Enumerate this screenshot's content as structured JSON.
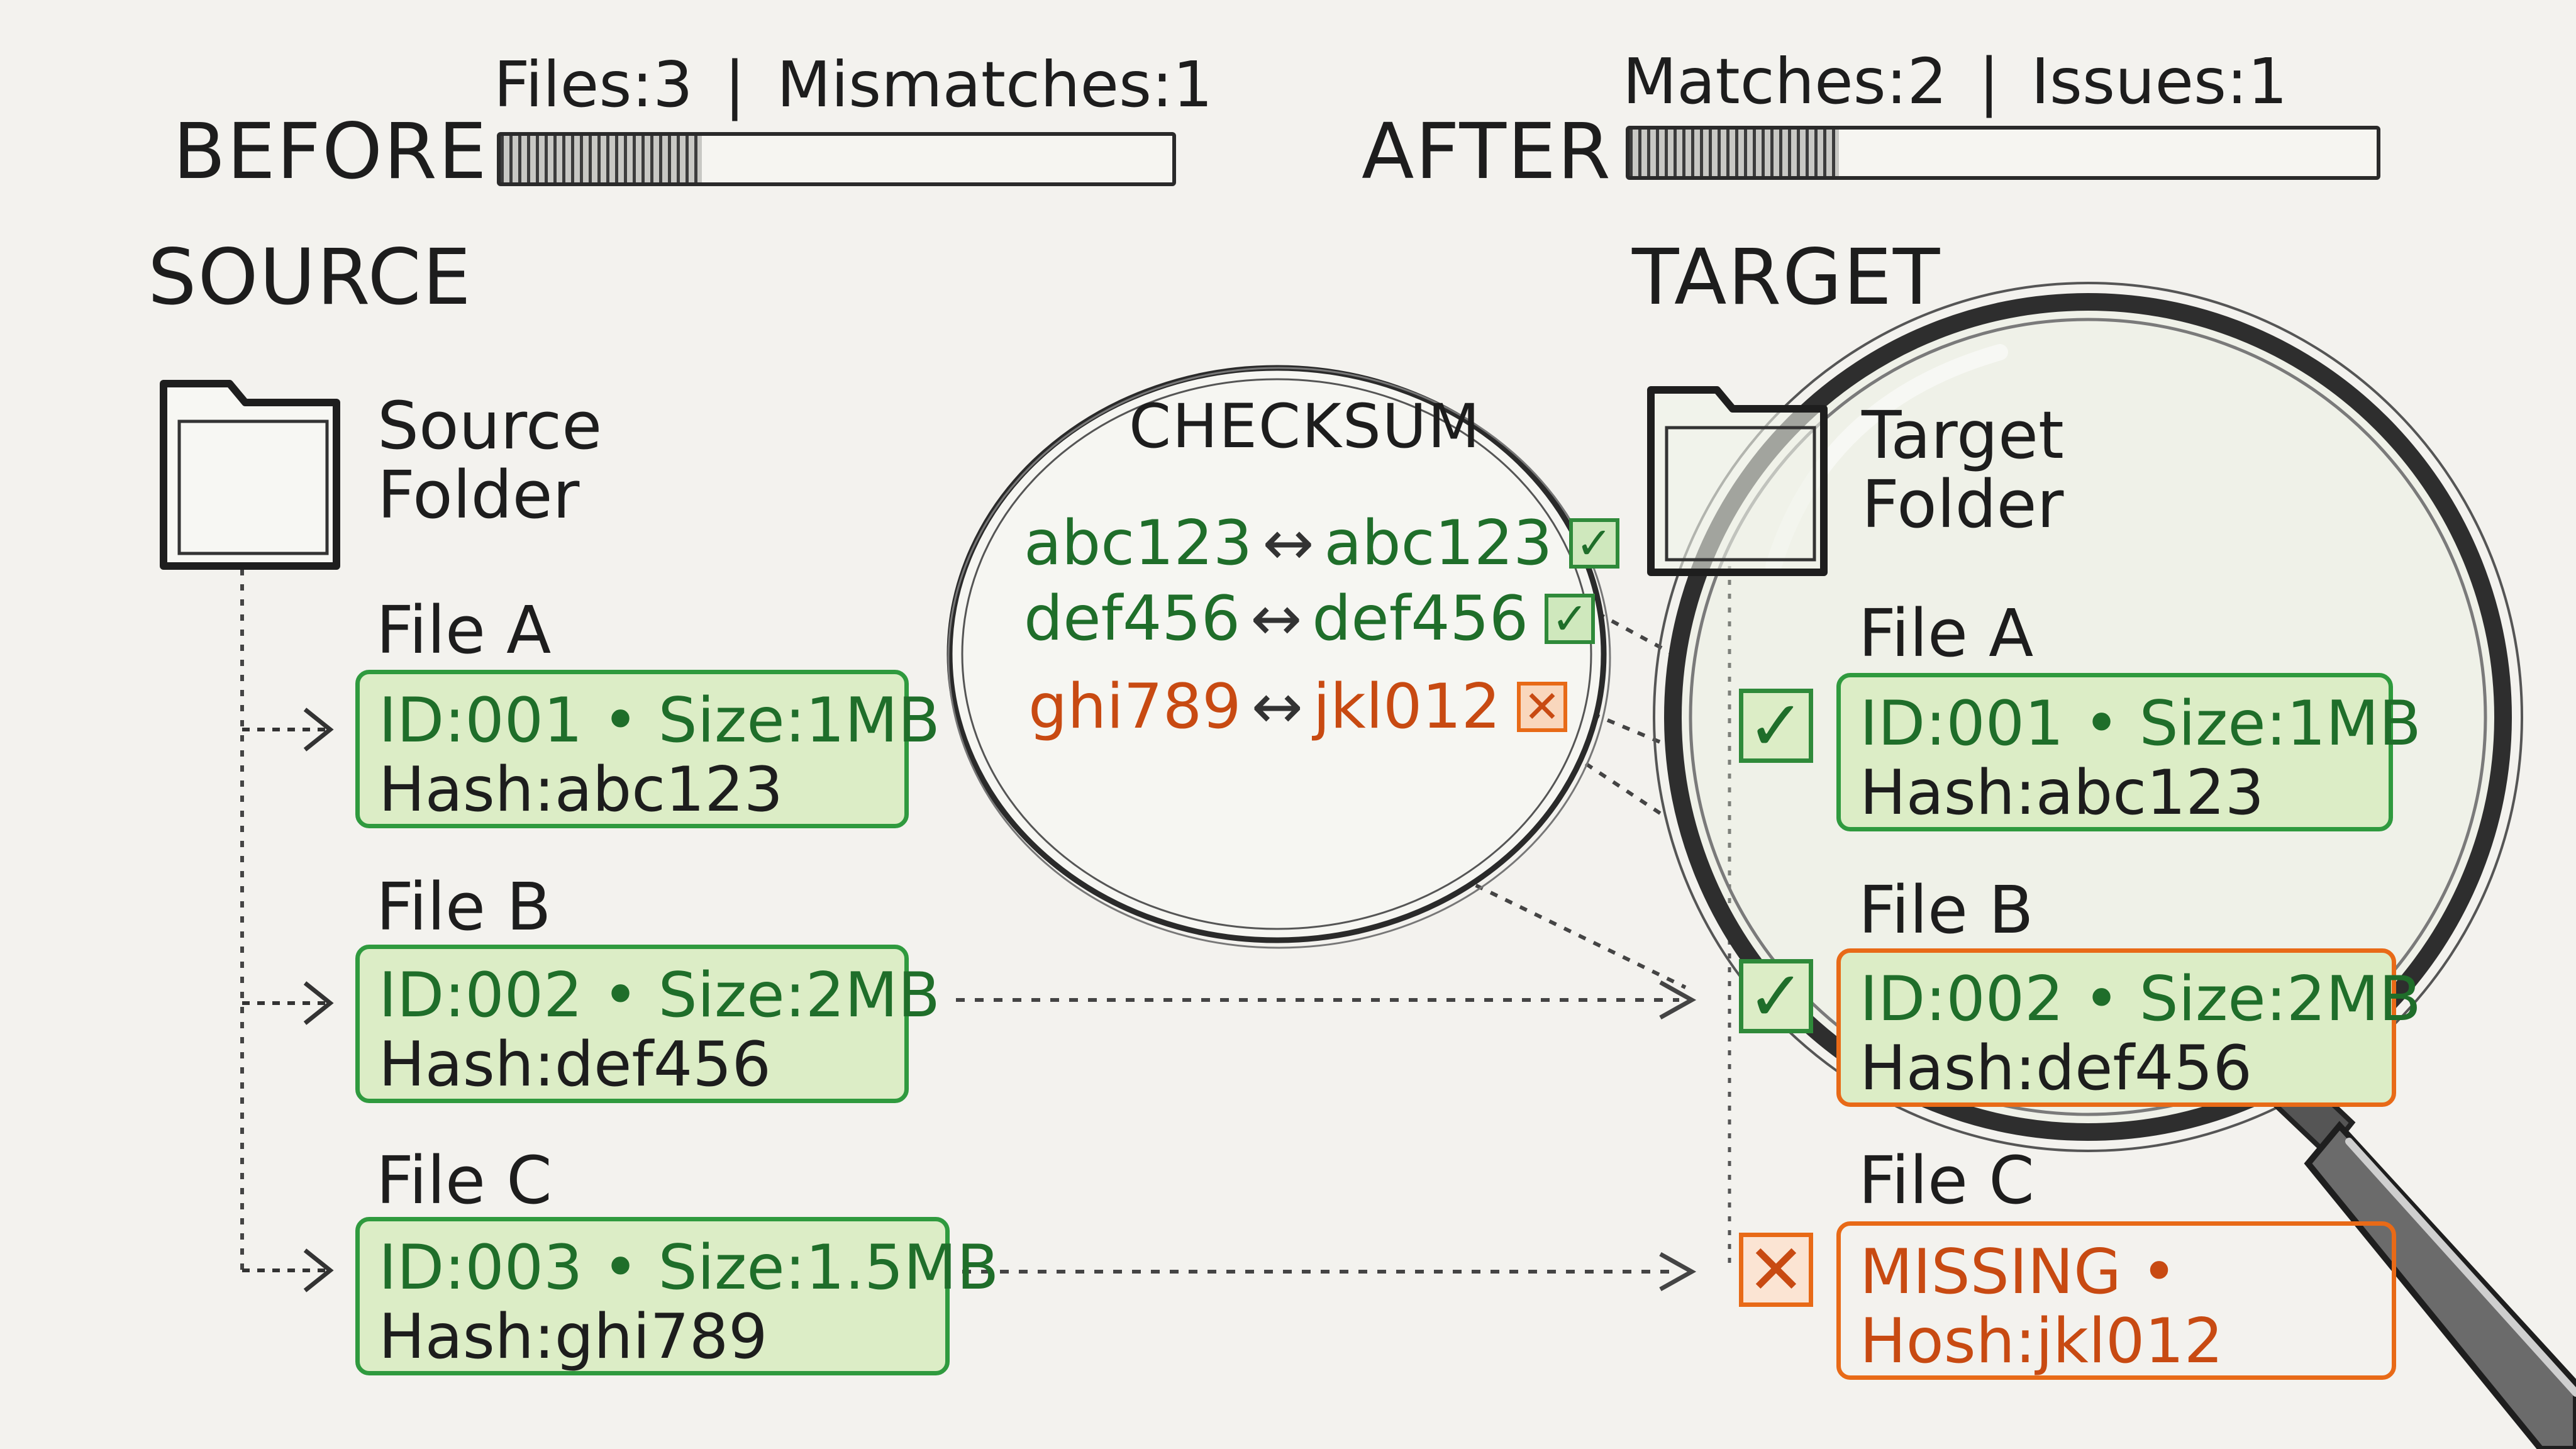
{
  "before": {
    "heading": "BEFORE",
    "files_label": "Files:3",
    "separator": "|",
    "mismatches_label": "Mismatches:1",
    "progress": 0.3
  },
  "after": {
    "heading": "AFTER",
    "matches_label": "Matches:2",
    "separator": "|",
    "issues_label": "Issues:1",
    "progress": 0.28
  },
  "source": {
    "heading": "SOURCE",
    "folder_label_line1": "Source",
    "folder_label_line2": "Folder",
    "files": [
      {
        "name": "File A",
        "line1": "ID:001 • Size:1MB",
        "line2": "Hash:abc123"
      },
      {
        "name": "File B",
        "line1": "ID:002 • Size:2MB",
        "line2": "Hash:def456"
      },
      {
        "name": "File C",
        "line1": "ID:003 • Size:1.5MB",
        "line2": "Hash:ghi789"
      }
    ]
  },
  "target": {
    "heading": "TARGET",
    "folder_label_line1": "Target",
    "folder_label_line2": "Folder",
    "files": [
      {
        "name": "File A",
        "line1": "ID:001 • Size:1MB",
        "line2": "Hash:abc123",
        "status": "ok"
      },
      {
        "name": "File B",
        "line1": "ID:002 • Size:2MB",
        "line2": "Hash:def456",
        "status": "ok"
      },
      {
        "name": "File C",
        "line1": "MISSING •",
        "line2": "Hosh:jkl012",
        "status": "bad"
      }
    ]
  },
  "checksum": {
    "title": "CHECKSUM",
    "rows": [
      {
        "left": "abc123",
        "arrow": "↔",
        "right": "abc123",
        "status": "ok"
      },
      {
        "left": "def456",
        "arrow": "↔",
        "right": "def456",
        "status": "ok"
      },
      {
        "left": "ghi789",
        "arrow": "↔",
        "right": "jkl012",
        "status": "bad"
      }
    ]
  },
  "icons": {
    "check": "✓",
    "cross": "✕",
    "folder": "folder-icon",
    "magnifier": "magnifying-glass-icon"
  },
  "colors": {
    "match_green": "#2f9a3e",
    "mismatch_orange": "#e86a17",
    "fill_green": "#dcedc6"
  }
}
